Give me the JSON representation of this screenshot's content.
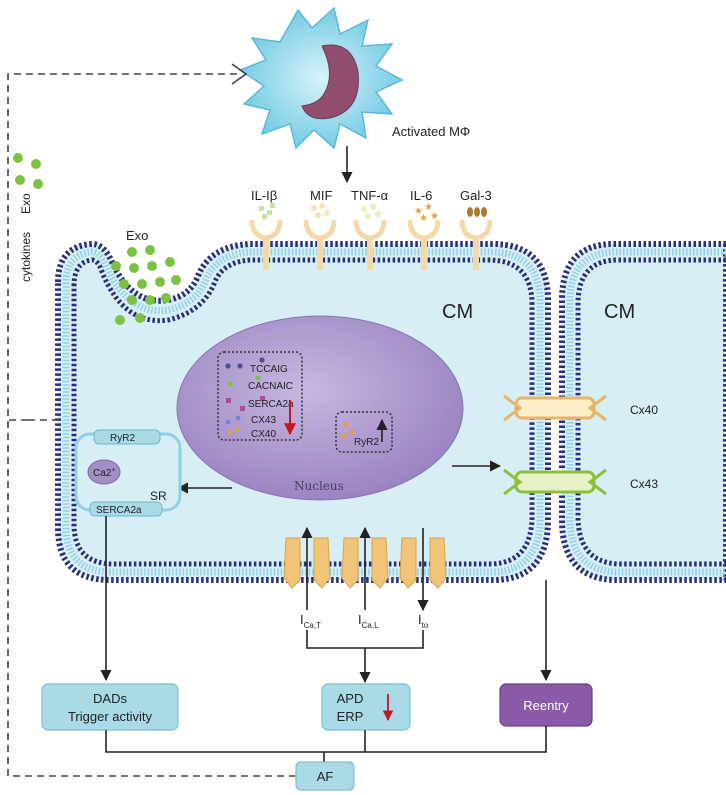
{
  "macrophage": {
    "label": "Activated MΦ"
  },
  "cytokines": [
    "IL-Iβ",
    "MIF",
    "TNF-α",
    "IL-6",
    "Gal-3"
  ],
  "side": {
    "exo": "Exo",
    "cytokines": "cytokines"
  },
  "exo_label": "Exo",
  "cell_labels": {
    "left": "CM",
    "right": "CM"
  },
  "nucleus": {
    "label": "Nucleus",
    "genes_down": [
      "TCCAIG",
      "CACNAIC",
      "SERCA2a",
      "CX43",
      "CX40"
    ],
    "genes_up": [
      "RyR2"
    ]
  },
  "sr": {
    "top": "RyR2",
    "ion": "Ca2",
    "ion_sup": "+",
    "label": "SR",
    "bottom": "SERCA2a"
  },
  "connexins": [
    "Cx40",
    "Cx43"
  ],
  "currents": [
    {
      "main": "I",
      "sub": "Ca,T"
    },
    {
      "main": "I",
      "sub": "Ca,L"
    },
    {
      "main": "I",
      "sub": "to"
    }
  ],
  "outcomes": {
    "dads_line1": "DADs",
    "dads_line2": "Trigger activity",
    "apd": "APD",
    "erp": "ERP",
    "reentry": "Reentry",
    "af": "AF"
  },
  "colors": {
    "cytoplasm": "#d6eef4",
    "membrane_dark": "#2a2d7c",
    "membrane_light": "#8fd0e8",
    "nucleus": "#a48ec6",
    "receptor": "#f4d9a8",
    "reentry": "#8a5aa8",
    "box": "#a9dae6",
    "arrow_red": "#c0161d",
    "exo_green": "#7cc242"
  }
}
